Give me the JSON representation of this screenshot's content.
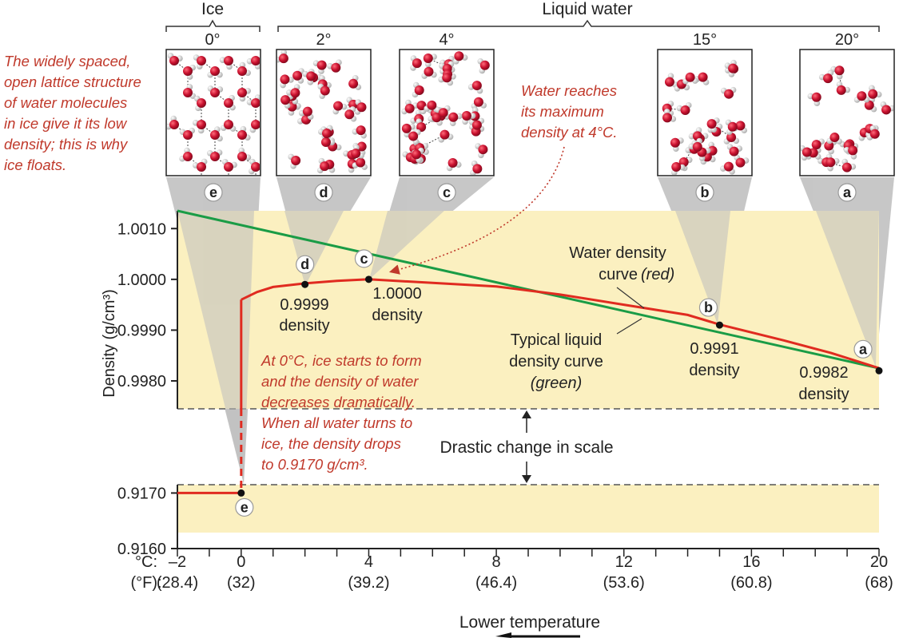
{
  "header": {
    "ice_label": "Ice",
    "liquid_label": "Liquid water"
  },
  "panels": [
    {
      "letter": "e",
      "temp_label": "0°",
      "kind": "lattice"
    },
    {
      "letter": "d",
      "temp_label": "2°",
      "kind": "dense"
    },
    {
      "letter": "c",
      "temp_label": "4°",
      "kind": "densest"
    },
    {
      "letter": "b",
      "temp_label": "15°",
      "kind": "medium"
    },
    {
      "letter": "a",
      "temp_label": "20°",
      "kind": "sparse"
    }
  ],
  "notes": {
    "ice_lattice": [
      "The widely spaced,",
      "open lattice structure",
      "of water molecules",
      "in ice give it its low",
      "density; this is why",
      "ice floats."
    ],
    "max_density": [
      "Water reaches",
      "its maximum",
      "density at 4°C."
    ],
    "ice_forms": [
      "At 0°C, ice starts to form",
      "and the density of water",
      "decreases dramatically.",
      "When all water turns to",
      "ice, the density drops",
      "to 0.9170 g/cm³."
    ]
  },
  "labels": {
    "water_curve": [
      "Water density",
      "curve",
      "(red)"
    ],
    "typical_curve": [
      "Typical liquid",
      "density curve",
      "(green)"
    ],
    "scale_change": "Drastic change in scale",
    "lower_temp": "Lower temperature",
    "celsius_unit": "°C:",
    "fahrenheit_unit": "(°F):"
  },
  "chart_data": {
    "type": "line",
    "ylabel": "Density (g/cm³)",
    "upper_ylim": [
      0.99745,
      1.00135
    ],
    "lower_ylim": [
      0.916,
      0.91715
    ],
    "yticks_upper": [
      "1.0010",
      "1.0000",
      "0.9990",
      "0.9980"
    ],
    "yticks_lower": [
      "0.9170",
      "0.9160"
    ],
    "xlim": [
      -2,
      20
    ],
    "xticks_c": [
      "–2",
      "0",
      "4",
      "8",
      "12",
      "16",
      "20"
    ],
    "xticks_f": [
      "(28.4)",
      "(32)",
      "(39.2)",
      "(46.4)",
      "(53.6)",
      "(60.8)",
      "(68)"
    ],
    "series": [
      {
        "name": "Water density curve",
        "color": "#e02b20",
        "points": [
          [
            0,
            0.9996
          ],
          [
            0.5,
            0.99975
          ],
          [
            1,
            0.99985
          ],
          [
            2,
            0.99992
          ],
          [
            3,
            0.99997
          ],
          [
            4,
            1.0
          ],
          [
            6,
            0.99993
          ],
          [
            8,
            0.99986
          ],
          [
            10,
            0.9997
          ],
          [
            12,
            0.9995
          ],
          [
            14,
            0.9993
          ],
          [
            15,
            0.99911
          ],
          [
            17,
            0.9988
          ],
          [
            18.5,
            0.99855
          ],
          [
            20,
            0.99825
          ]
        ],
        "ice_points": [
          [
            -2,
            0.917
          ],
          [
            0,
            0.917
          ]
        ]
      },
      {
        "name": "Typical liquid density curve",
        "color": "#1a9c46",
        "points": [
          [
            -2,
            1.00135
          ],
          [
            20,
            0.99825
          ]
        ]
      }
    ],
    "points": [
      {
        "letter": "d",
        "x": 2,
        "y": 0.9999,
        "label": [
          "0.9999",
          "density"
        ]
      },
      {
        "letter": "c",
        "x": 4,
        "y": 1.0,
        "label": [
          "1.0000",
          "density"
        ]
      },
      {
        "letter": "b",
        "x": 15,
        "y": 0.9991,
        "label": [
          "0.9991",
          "density"
        ]
      },
      {
        "letter": "a",
        "x": 20,
        "y": 0.9982,
        "label": [
          "0.9982",
          "density"
        ]
      },
      {
        "letter": "e",
        "x": 0,
        "y": 0.917,
        "label": []
      }
    ]
  },
  "colors": {
    "band": "#fbf0c0",
    "red": "#e02b20",
    "green": "#1a9c46",
    "molecule_o": "#c8102e",
    "molecule_h": "#d8d8d8",
    "note": "#c0392b"
  }
}
